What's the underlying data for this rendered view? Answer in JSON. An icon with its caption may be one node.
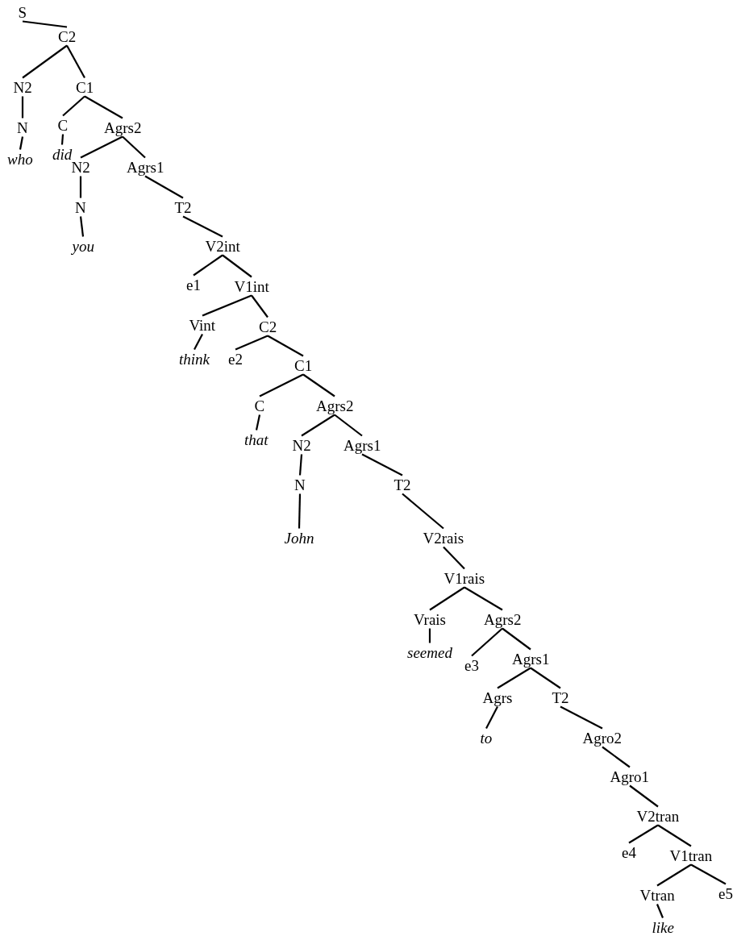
{
  "diagram": {
    "nodes": [
      {
        "text": [
          "S"
        ]
      },
      {
        "text": [
          "C2"
        ]
      },
      {
        "text": [
          "N2"
        ]
      },
      {
        "text": [
          "N"
        ]
      },
      {
        "text": [
          "who"
        ]
      },
      {
        "text": [
          "C1"
        ]
      },
      {
        "text": [
          "C"
        ]
      },
      {
        "text": [
          "did"
        ]
      },
      {
        "text": [
          "Agrs2"
        ]
      },
      {
        "text": [
          "N2"
        ]
      },
      {
        "text": [
          "N"
        ]
      },
      {
        "text": [
          "you"
        ]
      },
      {
        "text": [
          "Agrs1"
        ]
      },
      {
        "text": [
          "T2"
        ]
      },
      {
        "text": [
          "V2int"
        ]
      },
      {
        "text": [
          "e1"
        ]
      },
      {
        "text": [
          "V1int"
        ]
      },
      {
        "text": [
          "Vint"
        ]
      },
      {
        "text": [
          "think"
        ]
      },
      {
        "text": [
          "C2"
        ]
      },
      {
        "text": [
          "e2"
        ]
      },
      {
        "text": [
          "C1"
        ]
      },
      {
        "text": [
          "C"
        ]
      },
      {
        "text": [
          "that"
        ]
      },
      {
        "text": [
          "Agrs2"
        ]
      },
      {
        "text": [
          "N2"
        ]
      },
      {
        "text": [
          "Agrs1"
        ]
      },
      {
        "text": [
          "N"
        ]
      },
      {
        "text": [
          "John"
        ]
      },
      {
        "text": [
          "T2"
        ]
      },
      {
        "text": [
          "V2rais"
        ]
      },
      {
        "text": [
          "V1rais"
        ]
      },
      {
        "text": [
          "Vrais"
        ]
      },
      {
        "text": [
          "seemed"
        ]
      },
      {
        "text": [
          "Agrs2"
        ]
      },
      {
        "text": [
          "e3"
        ]
      },
      {
        "text": [
          "Agrs1"
        ]
      },
      {
        "text": [
          "Agrs"
        ]
      },
      {
        "text": [
          "to"
        ]
      },
      {
        "text": [
          "T2"
        ]
      },
      {
        "text": [
          "Agro2"
        ]
      },
      {
        "text": [
          "Agro1"
        ]
      },
      {
        "text": [
          "V2tran"
        ]
      },
      {
        "text": [
          "e4"
        ]
      },
      {
        "text": [
          "V1tran"
        ]
      },
      {
        "text": [
          "Vtran"
        ]
      },
      {
        "text": [
          "e5"
        ]
      },
      {
        "text": [
          "like"
        ]
      }
    ],
    "edges": [
      {
        "from": 0,
        "to": 1,
        "arrow": "none"
      },
      {
        "from": 1,
        "to": 2,
        "arrow": "none"
      },
      {
        "from": 2,
        "to": 3,
        "arrow": "none"
      },
      {
        "from": 3,
        "to": 4,
        "arrow": "none"
      },
      {
        "from": 1,
        "to": 5,
        "arrow": "none"
      },
      {
        "from": 5,
        "to": 6,
        "arrow": "none"
      },
      {
        "from": 6,
        "to": 7,
        "arrow": "none"
      },
      {
        "from": 5,
        "to": 8,
        "arrow": "none"
      },
      {
        "from": 8,
        "to": 9,
        "arrow": "none"
      },
      {
        "from": 9,
        "to": 10,
        "arrow": "none"
      },
      {
        "from": 10,
        "to": 11,
        "arrow": "none"
      },
      {
        "from": 8,
        "to": 12,
        "arrow": "none"
      },
      {
        "from": 12,
        "to": 13,
        "arrow": "none"
      },
      {
        "from": 13,
        "to": 14,
        "arrow": "none"
      },
      {
        "from": 14,
        "to": 15,
        "arrow": "none"
      },
      {
        "from": 14,
        "to": 16,
        "arrow": "none"
      },
      {
        "from": 16,
        "to": 17,
        "arrow": "none"
      },
      {
        "from": 17,
        "to": 18,
        "arrow": "none"
      },
      {
        "from": 16,
        "to": 19,
        "arrow": "none"
      },
      {
        "from": 19,
        "to": 20,
        "arrow": "none"
      },
      {
        "from": 19,
        "to": 21,
        "arrow": "none"
      },
      {
        "from": 21,
        "to": 22,
        "arrow": "none"
      },
      {
        "from": 22,
        "to": 23,
        "arrow": "none"
      },
      {
        "from": 21,
        "to": 24,
        "arrow": "none"
      },
      {
        "from": 24,
        "to": 25,
        "arrow": "none"
      },
      {
        "from": 25,
        "to": 27,
        "arrow": "none"
      },
      {
        "from": 27,
        "to": 28,
        "arrow": "none"
      },
      {
        "from": 24,
        "to": 26,
        "arrow": "none"
      },
      {
        "from": 26,
        "to": 29,
        "arrow": "none"
      },
      {
        "from": 29,
        "to": 30,
        "arrow": "none"
      },
      {
        "from": 30,
        "to": 31,
        "arrow": "none"
      },
      {
        "from": 31,
        "to": 32,
        "arrow": "none"
      },
      {
        "from": 32,
        "to": 33,
        "arrow": "none"
      },
      {
        "from": 31,
        "to": 34,
        "arrow": "none"
      },
      {
        "from": 34,
        "to": 35,
        "arrow": "none"
      },
      {
        "from": 34,
        "to": 36,
        "arrow": "none"
      },
      {
        "from": 36,
        "to": 37,
        "arrow": "none"
      },
      {
        "from": 37,
        "to": 38,
        "arrow": "none"
      },
      {
        "from": 36,
        "to": 39,
        "arrow": "none"
      },
      {
        "from": 39,
        "to": 40,
        "arrow": "none"
      },
      {
        "from": 40,
        "to": 41,
        "arrow": "none"
      },
      {
        "from": 41,
        "to": 42,
        "arrow": "none"
      },
      {
        "from": 42,
        "to": 43,
        "arrow": "none"
      },
      {
        "from": 42,
        "to": 44,
        "arrow": "none"
      },
      {
        "from": 44,
        "to": 45,
        "arrow": "none"
      },
      {
        "from": 45,
        "to": 47,
        "arrow": "none"
      },
      {
        "from": 44,
        "to": 46,
        "arrow": "none"
      }
    ]
  }
}
